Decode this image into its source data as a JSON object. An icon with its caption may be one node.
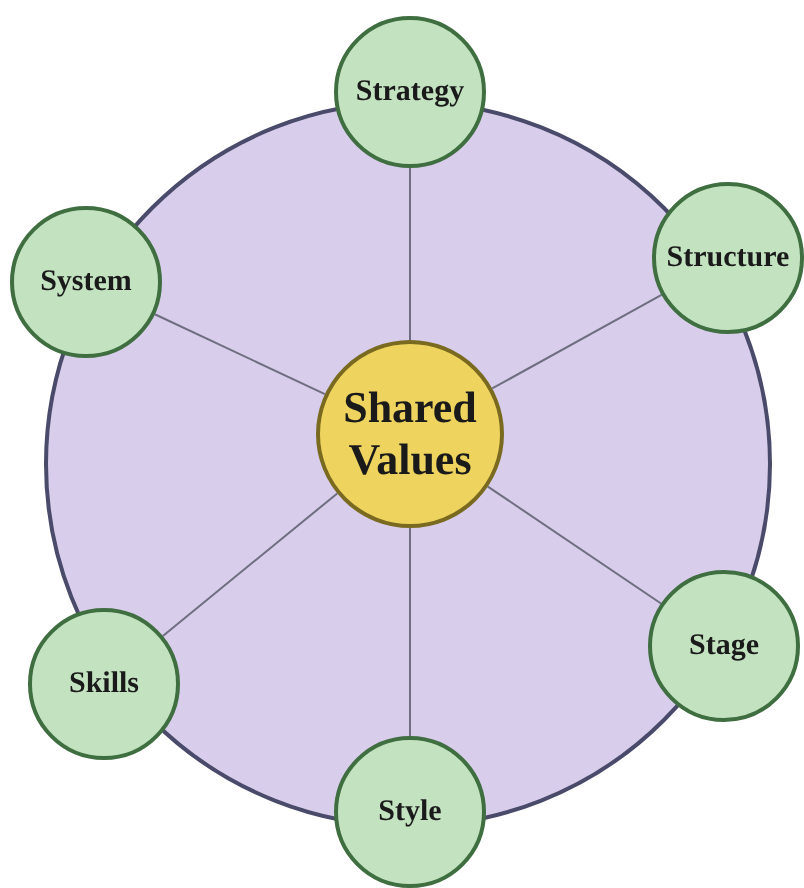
{
  "diagram": {
    "nodes": [
      {
        "text": [],
        "shape": "circle"
      },
      {
        "text": [
          "Shared Values"
        ],
        "in": 0
      },
      {
        "text": [
          "Strategy"
        ]
      },
      {
        "text": [
          "Structure"
        ]
      },
      {
        "text": [
          "Stage"
        ]
      },
      {
        "text": [
          "Style"
        ]
      },
      {
        "text": [
          "Skills"
        ]
      },
      {
        "text": [
          "System"
        ]
      }
    ],
    "edges": [
      {
        "from": 1,
        "to": 2,
        "arrow": "none"
      },
      {
        "from": 1,
        "to": 3,
        "arrow": "none"
      },
      {
        "from": 1,
        "to": 4,
        "arrow": "none"
      },
      {
        "from": 1,
        "to": 5,
        "arrow": "none"
      },
      {
        "from": 1,
        "to": 6,
        "arrow": "none"
      },
      {
        "from": 1,
        "to": 7,
        "arrow": "none"
      }
    ]
  }
}
